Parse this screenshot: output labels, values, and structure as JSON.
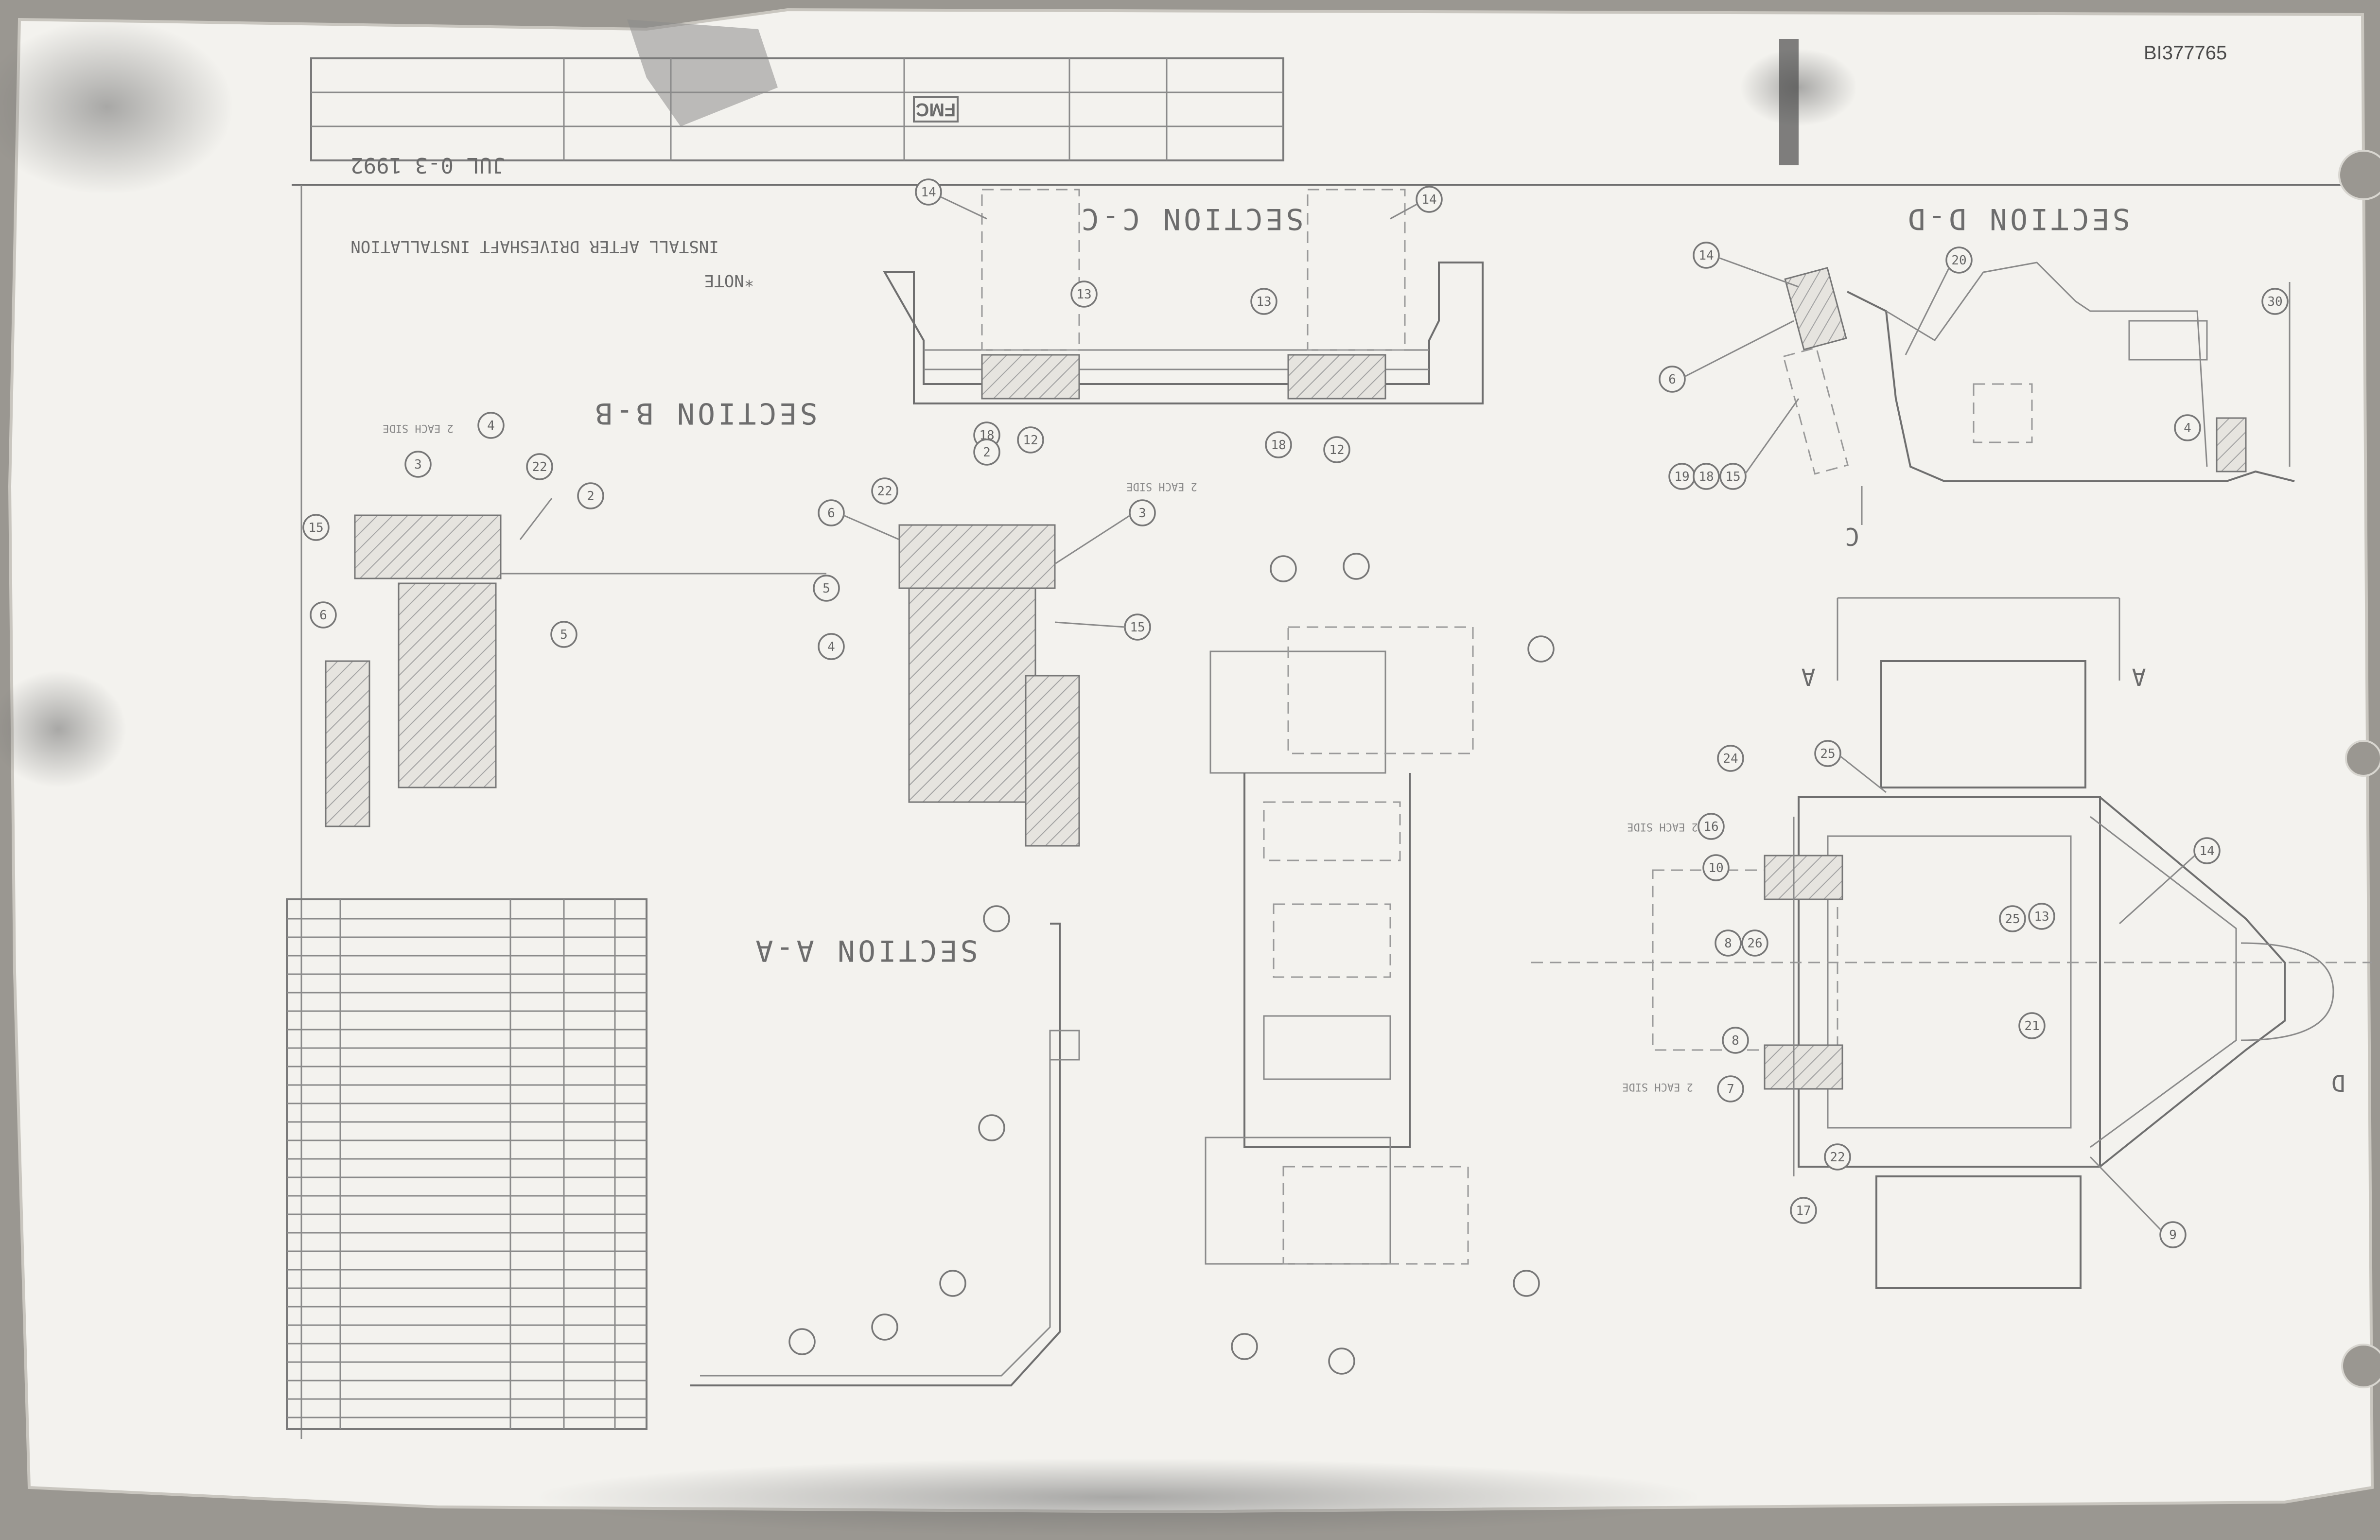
{
  "drawing": {
    "id": "BI377765",
    "date_stamp": "JUL 0-3 1992",
    "note_heading": "*NOTE",
    "note_text": "INSTALL AFTER DRIVESHAFT INSTALLATION",
    "company_logo": "FMC"
  },
  "sections": {
    "aa": "SECTION A-A",
    "bb": "SECTION B-B",
    "cc": "SECTION C-C",
    "dd": "SECTION D-D"
  },
  "view_markers": {
    "a_left": "A",
    "a_right": "A",
    "c": "C",
    "d": "D"
  },
  "annotations": {
    "each_side": "2 EACH SIDE"
  },
  "balloons_cc": [
    "14",
    "14",
    "13",
    "13",
    "18",
    "12",
    "18",
    "12"
  ],
  "balloons_bb": [
    "3",
    "4",
    "22",
    "2",
    "15",
    "6",
    "5",
    "6",
    "22",
    "2",
    "3",
    "4",
    "15",
    "5"
  ],
  "balloons_dd": [
    "14",
    "20",
    "30",
    "6",
    "19",
    "18",
    "15",
    "4"
  ],
  "balloons_plan": [
    "24",
    "25",
    "16",
    "10",
    "8",
    "26",
    "25",
    "13",
    "14",
    "8",
    "7",
    "21",
    "22",
    "17",
    "9"
  ]
}
